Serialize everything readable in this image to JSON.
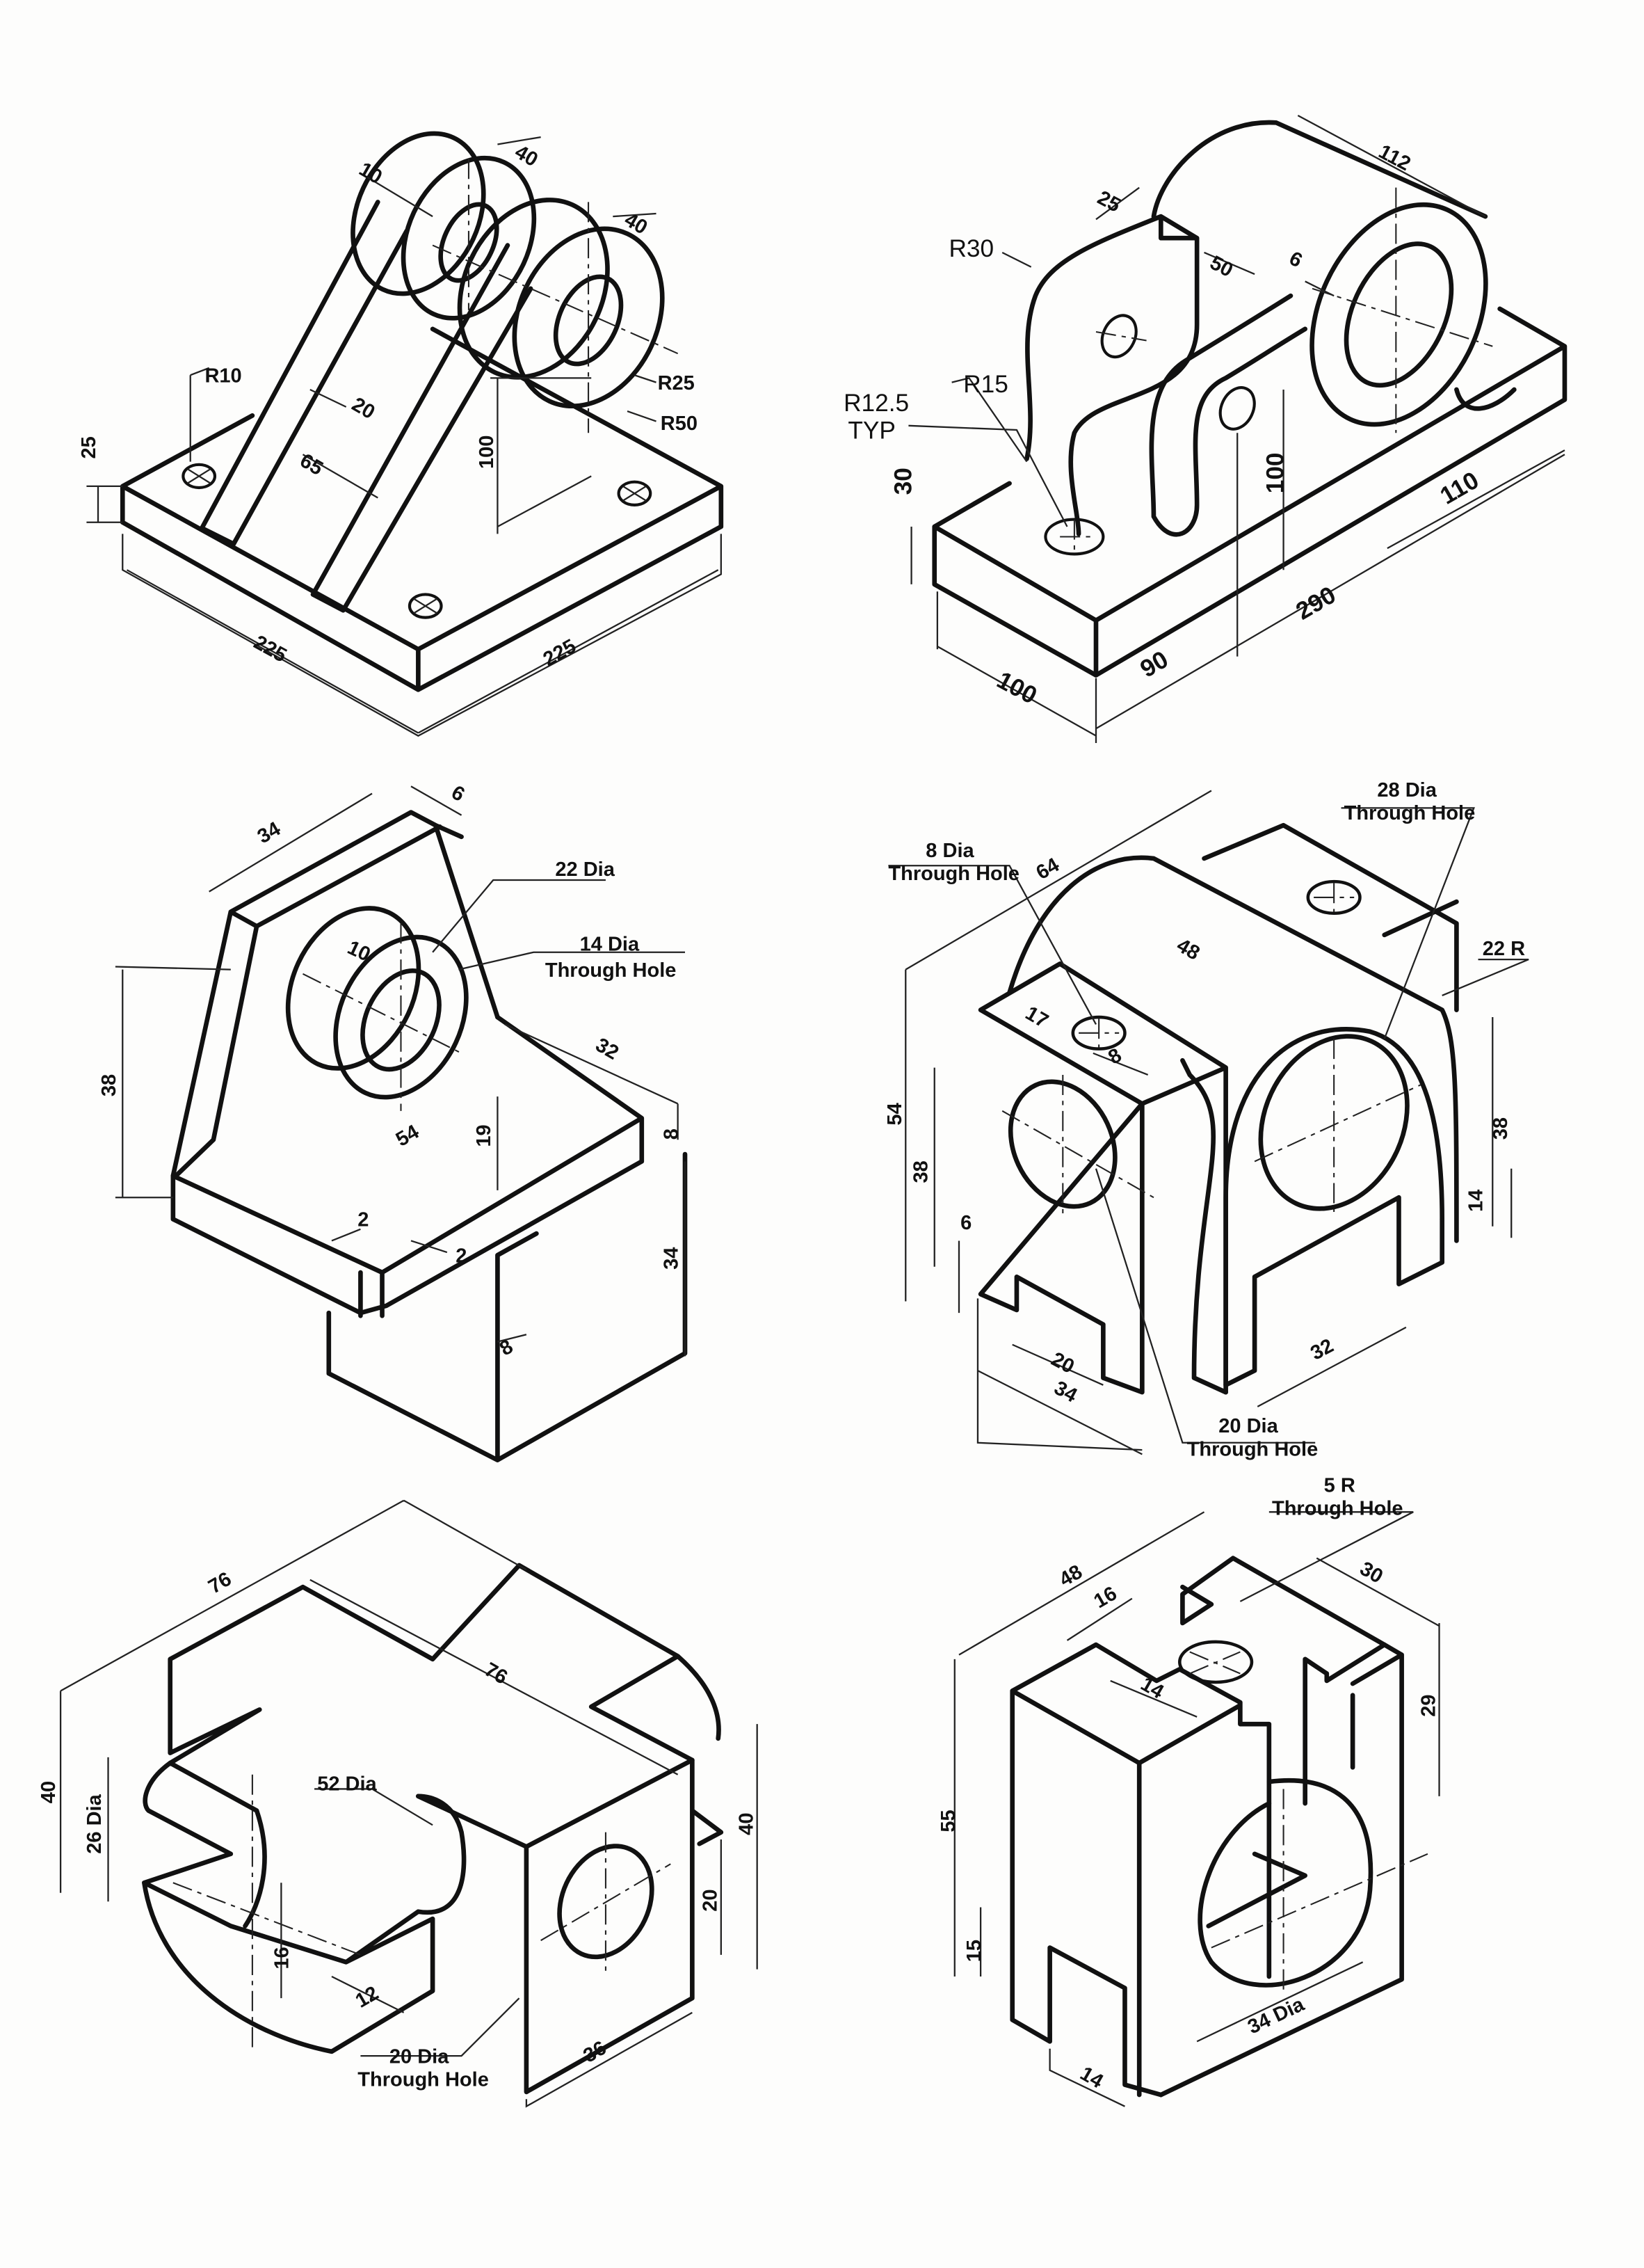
{
  "sheet": {
    "drawings": [
      {
        "name": "pillow-bracket-twin-bosses",
        "labels": [
          "10",
          "40",
          "40",
          "R10",
          "20",
          "65",
          "100",
          "R25",
          "R50",
          "25",
          "225",
          "225"
        ]
      },
      {
        "name": "bearing-support-block",
        "labels": [
          "112",
          "25",
          "R30",
          "50",
          "6",
          "R15",
          "R12.5",
          "TYP",
          "30",
          "100",
          "110",
          "290",
          "100",
          "90"
        ]
      },
      {
        "name": "angle-bracket-with-boss",
        "labels": [
          "34",
          "6",
          "22 Dia",
          "14 Dia",
          "Through Hole",
          "10",
          "38",
          "32",
          "54",
          "19",
          "8",
          "2",
          "2",
          "34",
          "8"
        ]
      },
      {
        "name": "arched-block",
        "labels": [
          "8 Dia",
          "Through Hole",
          "64",
          "28 Dia",
          "Through Hole",
          "48",
          "22 R",
          "17",
          "8",
          "54",
          "38",
          "38",
          "14",
          "6",
          "20",
          "34",
          "32",
          "20 Dia",
          "Through Hole"
        ]
      },
      {
        "name": "cross-slotted-block",
        "labels": [
          "76",
          "76",
          "52 Dia",
          "40",
          "26 Dia",
          "16",
          "12",
          "40",
          "20",
          "20 Dia",
          "Through Hole",
          "36"
        ]
      },
      {
        "name": "slotted-block-with-bore",
        "labels": [
          "5 R",
          "Through Hole",
          "48",
          "30",
          "16",
          "14",
          "29",
          "55",
          "15",
          "34 Dia",
          "14"
        ]
      }
    ]
  }
}
